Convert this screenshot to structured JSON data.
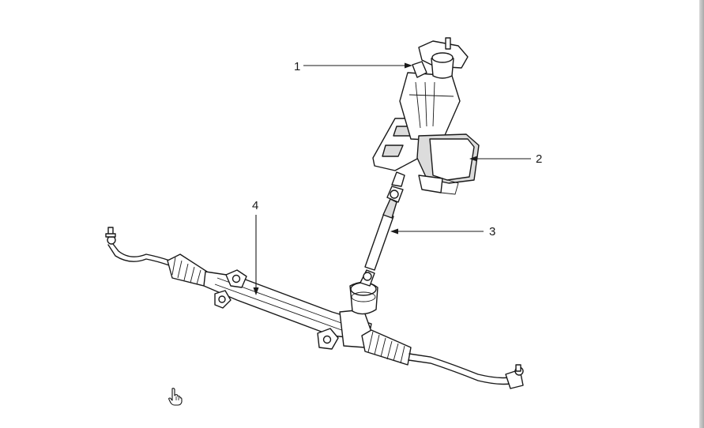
{
  "diagram": {
    "callouts": [
      {
        "id": "1",
        "label": "1"
      },
      {
        "id": "2",
        "label": "2"
      },
      {
        "id": "3",
        "label": "3"
      },
      {
        "id": "4",
        "label": "4"
      }
    ]
  },
  "cursor_icon": "hand-pointer-icon",
  "colors": {
    "line": "#1a1a1a",
    "background": "#ffffff",
    "shade": "#dcdcdc"
  }
}
